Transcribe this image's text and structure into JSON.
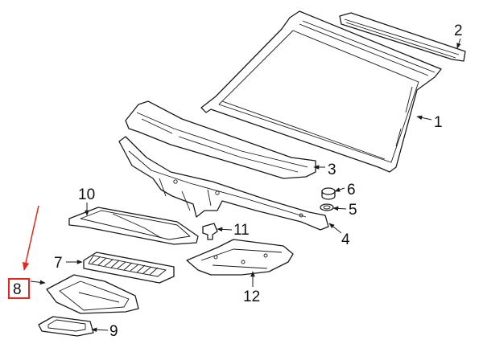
{
  "diagram": {
    "accent_color": "#e8241c",
    "callouts": [
      {
        "id": "c1",
        "label": "1"
      },
      {
        "id": "c2",
        "label": "2"
      },
      {
        "id": "c3",
        "label": "3"
      },
      {
        "id": "c4",
        "label": "4"
      },
      {
        "id": "c5",
        "label": "5"
      },
      {
        "id": "c6",
        "label": "6"
      },
      {
        "id": "c7",
        "label": "7"
      },
      {
        "id": "c8",
        "label": "8"
      },
      {
        "id": "c9",
        "label": "9"
      },
      {
        "id": "c10",
        "label": "10"
      },
      {
        "id": "c11",
        "label": "11"
      },
      {
        "id": "c12",
        "label": "12"
      }
    ],
    "highlighted_callout": "8"
  }
}
